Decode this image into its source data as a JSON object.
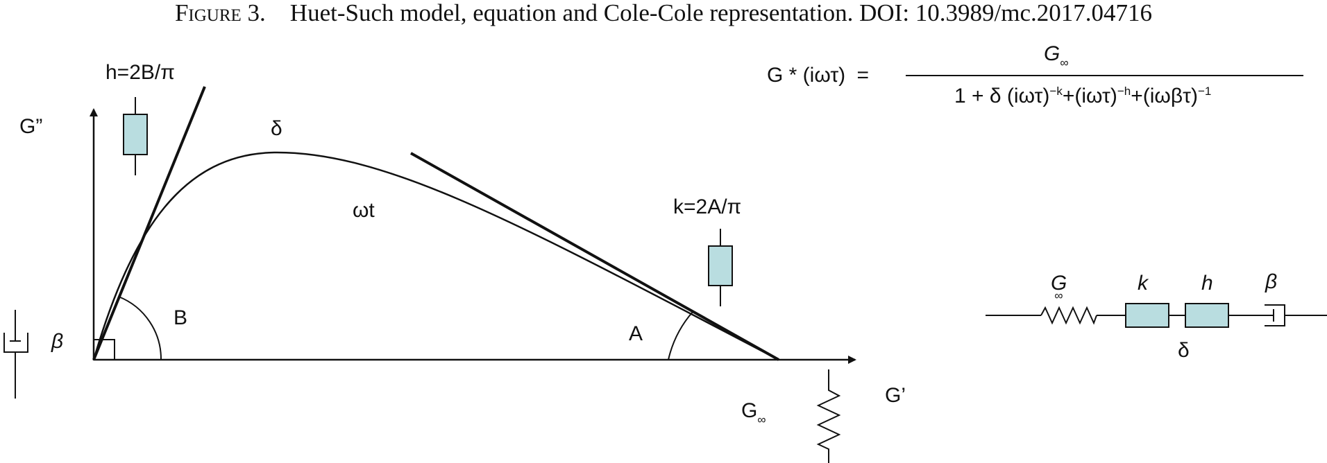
{
  "caption": {
    "figure_label": "Figure 3.",
    "text": "Huet-Such model, equation and Cole-Cole representation. DOI: 10.3989/mc.2017.04716"
  },
  "plot": {
    "y_axis_label": "G”",
    "x_axis_label": "G’",
    "h_label": "h=2B/π",
    "k_label": "k=2A/π",
    "delta_label": "δ",
    "omega_label": "ωt",
    "angle_b_label": "B",
    "angle_a_label": "A",
    "beta_label": "β",
    "g_inf_label": "G",
    "g_inf_sub": "∞"
  },
  "equation": {
    "lhs": "G * (iωτ)",
    "equals": "=",
    "numerator": "G",
    "numerator_sub": "∞",
    "den_1": "1 + δ (iωτ)",
    "den_1_sup": "−k",
    "den_2": "+(iωτ)",
    "den_2_sup": "−h",
    "den_3": "+(iωβτ)",
    "den_3_sup": "−1"
  },
  "circuit": {
    "g_label": "G",
    "g_sub": "∞",
    "k_label": "k",
    "h_label": "h",
    "beta_label": "β",
    "delta_label": "δ"
  },
  "colors": {
    "element_fill": "#b9dde0",
    "line": "#111111"
  }
}
